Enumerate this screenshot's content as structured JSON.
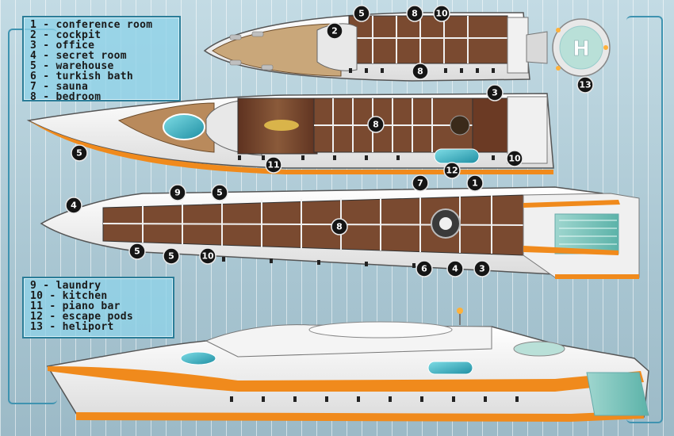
{
  "legend_top": [
    {
      "num": "1",
      "label": "conference room"
    },
    {
      "num": "2",
      "label": "cockpit"
    },
    {
      "num": "3",
      "label": "office"
    },
    {
      "num": "4",
      "label": "secret room"
    },
    {
      "num": "5",
      "label": "warehouse"
    },
    {
      "num": "6",
      "label": "turkish bath"
    },
    {
      "num": "7",
      "label": "sauna"
    },
    {
      "num": "8",
      "label": "bedroom"
    }
  ],
  "legend_bottom": [
    {
      "num": "9",
      "label": "laundry"
    },
    {
      "num": "10",
      "label": "kitchen"
    },
    {
      "num": "11",
      "label": "piano bar"
    },
    {
      "num": "12",
      "label": "escape pods"
    },
    {
      "num": "13",
      "label": "heliport"
    }
  ],
  "separator": " - ",
  "heliport_letter": "H",
  "markers": {
    "deck1": [
      "5",
      "8",
      "10",
      "2",
      "8",
      "13"
    ],
    "deck2": [
      "3",
      "8",
      "5",
      "11",
      "12",
      "10"
    ],
    "deck3": [
      "9",
      "5",
      "7",
      "1",
      "4",
      "8",
      "5",
      "5",
      "10",
      "6",
      "4",
      "3"
    ]
  },
  "colors": {
    "hull": "#f6f6f4",
    "accent": "#f08a1c",
    "wood": "#6b3a24",
    "floor": "#7a4a30",
    "pool": "#3fb6c4",
    "legend_bg": "#8ed2e8",
    "legend_border": "#2b7d98"
  }
}
